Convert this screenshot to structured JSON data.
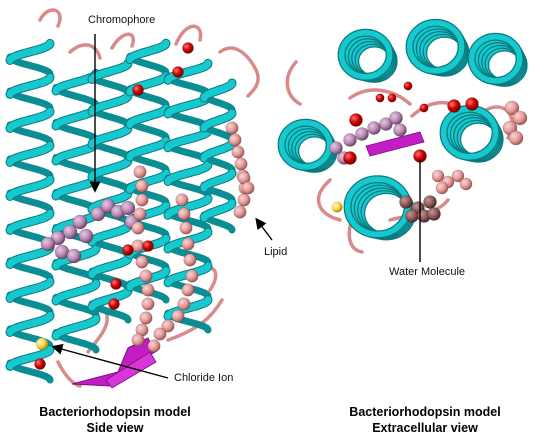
{
  "labels": {
    "chromophore": "Chromophore",
    "lipid": "Lipid",
    "chloride_ion": "Chloride Ion",
    "water_molecule": "Water Molecule"
  },
  "captions": {
    "side": {
      "line1": "Bacteriorhodopsin model",
      "line2": "Side view"
    },
    "extracellular": {
      "line1": "Bacteriorhodopsin model",
      "line2": "Extracellular view"
    }
  },
  "colors": {
    "helix": "#16c9cf",
    "helix_dark": "#0a8e93",
    "loop": "#d98a8a",
    "beta_sheet": "#c41dc4",
    "lipid": "#e39a9a",
    "chromophore": "#b888b4",
    "water": "#d40000",
    "chloride": "#f2d24a"
  }
}
